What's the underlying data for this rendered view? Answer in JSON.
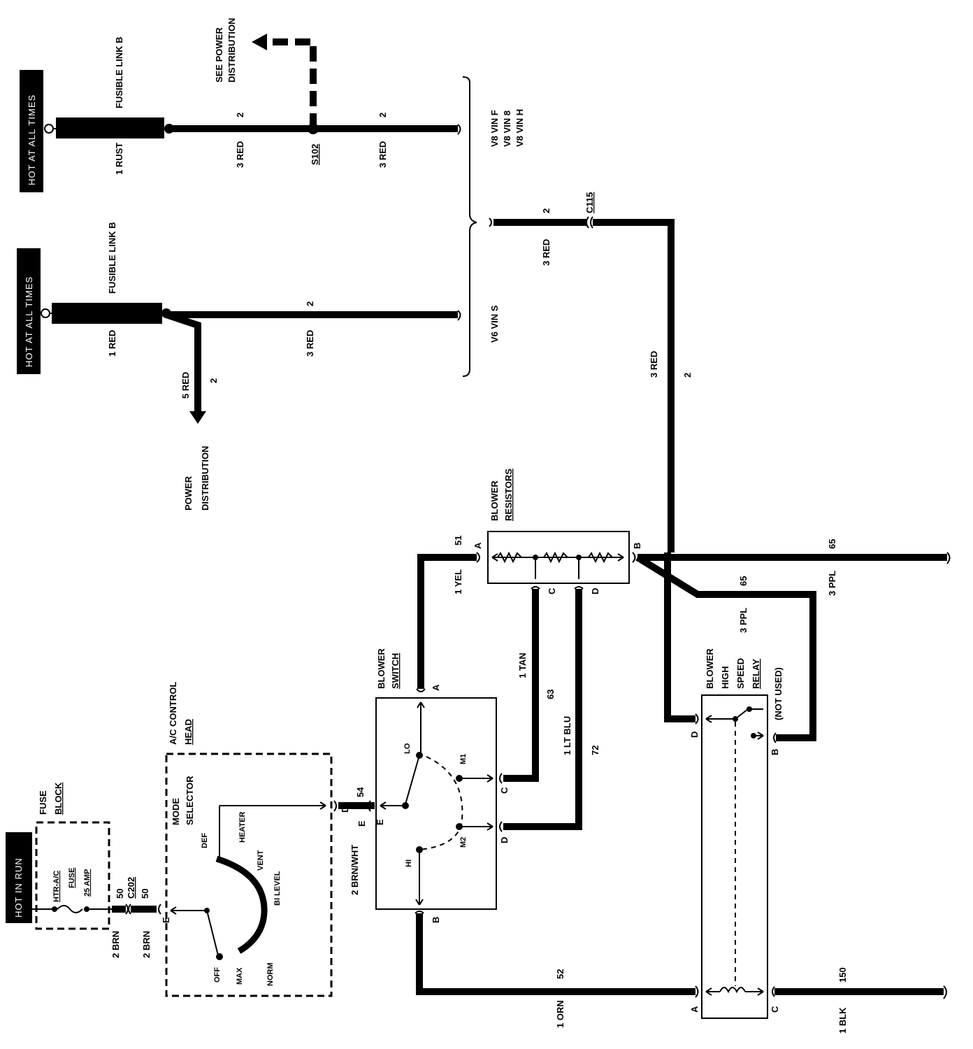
{
  "labels": {
    "hot_at_all_times": "HOT AT ALL TIMES",
    "hot_at_all_times_2": "HOT AT ALL TIMES",
    "hot_in_run": "HOT IN RUN",
    "fusible_link_top": "FUSIBLE LINK B",
    "fusible_link_mid": "FUSIBLE LINK B",
    "wire_1_rust": "1 RUST",
    "wire_1_red": "1 RED",
    "wire_3_red_a": "3 RED",
    "wire_3_red_b": "3 RED",
    "wire_3_red_c": "3 RED",
    "wire_3_red_d": "3 RED",
    "wire_3_red_e": "3 RED",
    "wire_5_red": "5 RED",
    "circ_2_a": "2",
    "circ_2_b": "2",
    "circ_2_c": "2",
    "circ_2_d": "2",
    "circ_2_e": "2",
    "circ_2_f": "2",
    "splice": "S102",
    "see_power_1": "SEE POWER",
    "see_power_2": "DISTRIBUTION",
    "power_dist_1": "POWER",
    "power_dist_2": "DISTRIBUTION",
    "v8_vin_f": "V8 VIN F",
    "v8_vin_8": "V8 VIN 8",
    "v8_vin_h": "V8 VIN H",
    "v6_vin_s": "V6 VIN S",
    "conn_c115": "C115",
    "blower_resistors_1": "BLOWER",
    "blower_resistors_2": "RESISTORS",
    "blower_switch_1": "BLOWER",
    "blower_switch_2": "SWITCH",
    "relay_1": "BLOWER",
    "relay_2": "HIGH",
    "relay_3": "SPEED",
    "relay_4": "RELAY",
    "relay_not_used": "(NOT USED)",
    "ac_head_1": "A/C CONTROL",
    "ac_head_2": "HEAD",
    "mode_1": "MODE",
    "mode_2": "SELECTOR",
    "fuse_block_1": "FUSE",
    "fuse_block_2": "BLOCK",
    "fuse_1": "HTR-A/C",
    "fuse_2": "FUSE",
    "fuse_3": "25 AMP",
    "wire_1_yel": "1 YEL",
    "circ_51": "51",
    "wire_1_tan": "1 TAN",
    "circ_63": "63",
    "wire_1_ltblu": "1 LT BLU",
    "circ_72": "72",
    "wire_3_ppl_a": "3 PPL",
    "circ_65_a": "65",
    "wire_3_ppl_b": "3 PPL",
    "circ_65_b": "65",
    "wire_1_orn": "1 ORN",
    "circ_52": "52",
    "wire_1_blk": "1 BLK",
    "circ_150": "150",
    "wire_2_brn_a": "2 BRN",
    "wire_2_brn_b": "2 BRN",
    "circ_50_a": "50",
    "circ_50_b": "50",
    "conn_c202": "C202",
    "wire_2_brnwht": "2 BRN/WHT",
    "circ_54": "54",
    "sw_lo": "LO",
    "sw_m1": "M1",
    "sw_m2": "M2",
    "sw_hi": "HI",
    "sel_def": "DEF",
    "sel_heater": "HEATER",
    "sel_vent": "VENT",
    "sel_bilevel": "BI LEVEL",
    "sel_norm": "NORM",
    "sel_max": "MAX",
    "sel_off": "OFF",
    "term_a1": "A",
    "term_b1": "B",
    "term_c1": "C",
    "term_d1": "D",
    "term_a2": "A",
    "term_b2": "B",
    "term_c2": "C",
    "term_d2": "D",
    "term_e2": "E",
    "term_a3": "A",
    "term_b3": "B",
    "term_c3": "C",
    "term_d3": "D",
    "term_e4": "E",
    "term_d4": "D",
    "term_e5": "E"
  }
}
